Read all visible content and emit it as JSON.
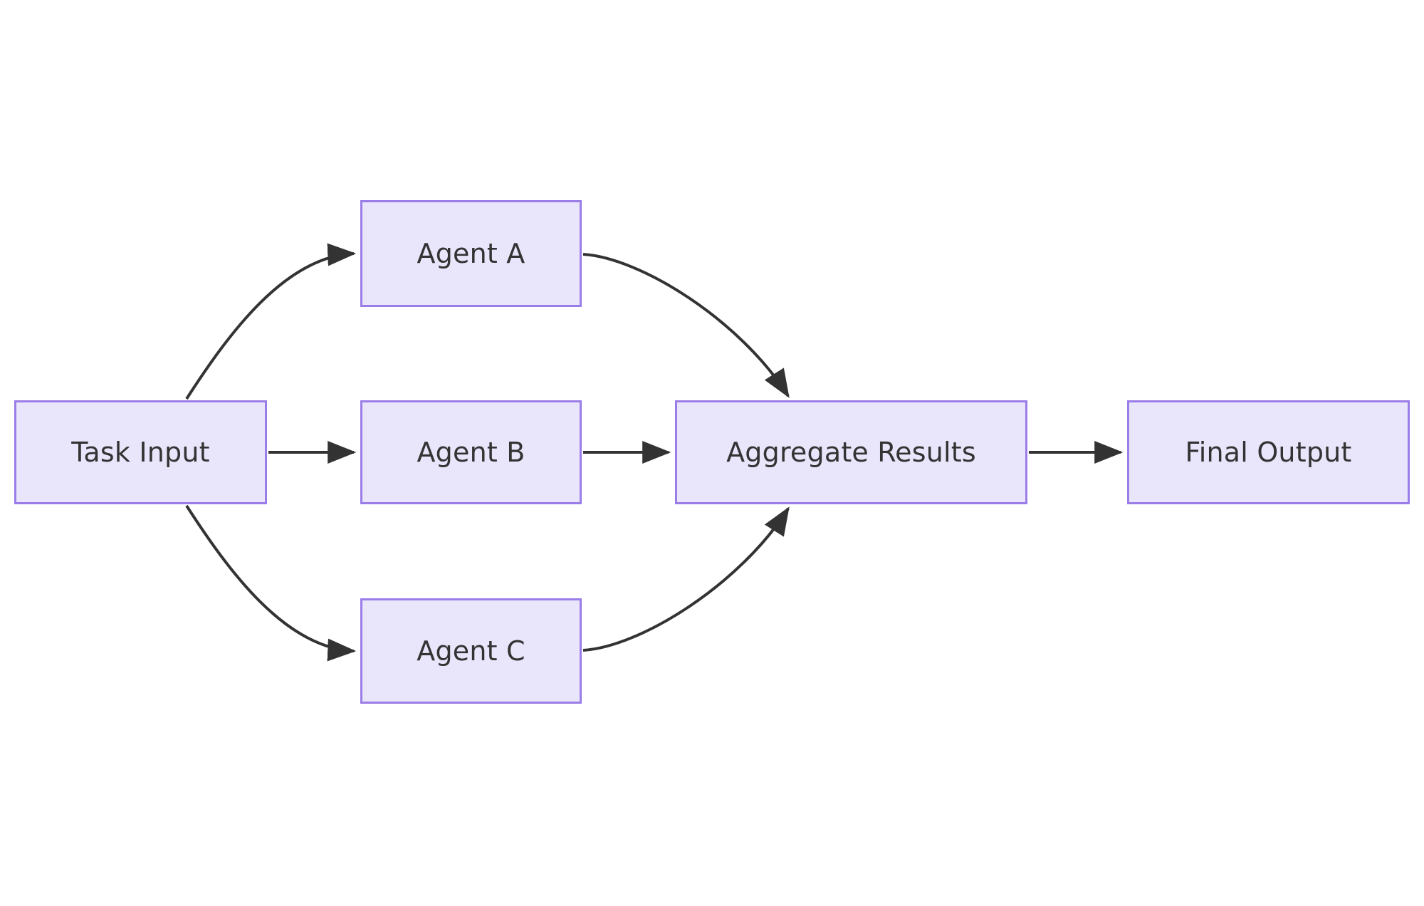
{
  "diagram": {
    "type": "flowchart",
    "orientation": "left-to-right",
    "title": "Multi-agent task fan-out and aggregation flowchart",
    "background_color": "#ffffff",
    "node_fill_color": "#e9e6fc",
    "node_border_color": "#9b7de8",
    "node_text_color": "#333333",
    "edge_color": "#333333",
    "nodes": [
      {
        "id": "task-input",
        "label": "Task Input"
      },
      {
        "id": "agent-a",
        "label": "Agent A"
      },
      {
        "id": "agent-b",
        "label": "Agent B"
      },
      {
        "id": "agent-c",
        "label": "Agent C"
      },
      {
        "id": "aggregate",
        "label": "Aggregate Results"
      },
      {
        "id": "final-output",
        "label": "Final Output"
      }
    ],
    "edges": [
      {
        "id": "edge-task-input-to-agent-a",
        "from": "task-input",
        "to": "agent-a",
        "label": "",
        "style": "curved"
      },
      {
        "id": "edge-task-input-to-agent-b",
        "from": "task-input",
        "to": "agent-b",
        "label": "",
        "style": "straight"
      },
      {
        "id": "edge-task-input-to-agent-c",
        "from": "task-input",
        "to": "agent-c",
        "label": "",
        "style": "curved"
      },
      {
        "id": "edge-agent-a-to-aggregate",
        "from": "agent-a",
        "to": "aggregate",
        "label": "",
        "style": "curved"
      },
      {
        "id": "edge-agent-b-to-aggregate",
        "from": "agent-b",
        "to": "aggregate",
        "label": "",
        "style": "straight"
      },
      {
        "id": "edge-agent-c-to-aggregate",
        "from": "agent-c",
        "to": "aggregate",
        "label": "",
        "style": "curved"
      },
      {
        "id": "edge-aggregate-to-final-output",
        "from": "aggregate",
        "to": "final-output",
        "label": "",
        "style": "straight"
      }
    ]
  }
}
